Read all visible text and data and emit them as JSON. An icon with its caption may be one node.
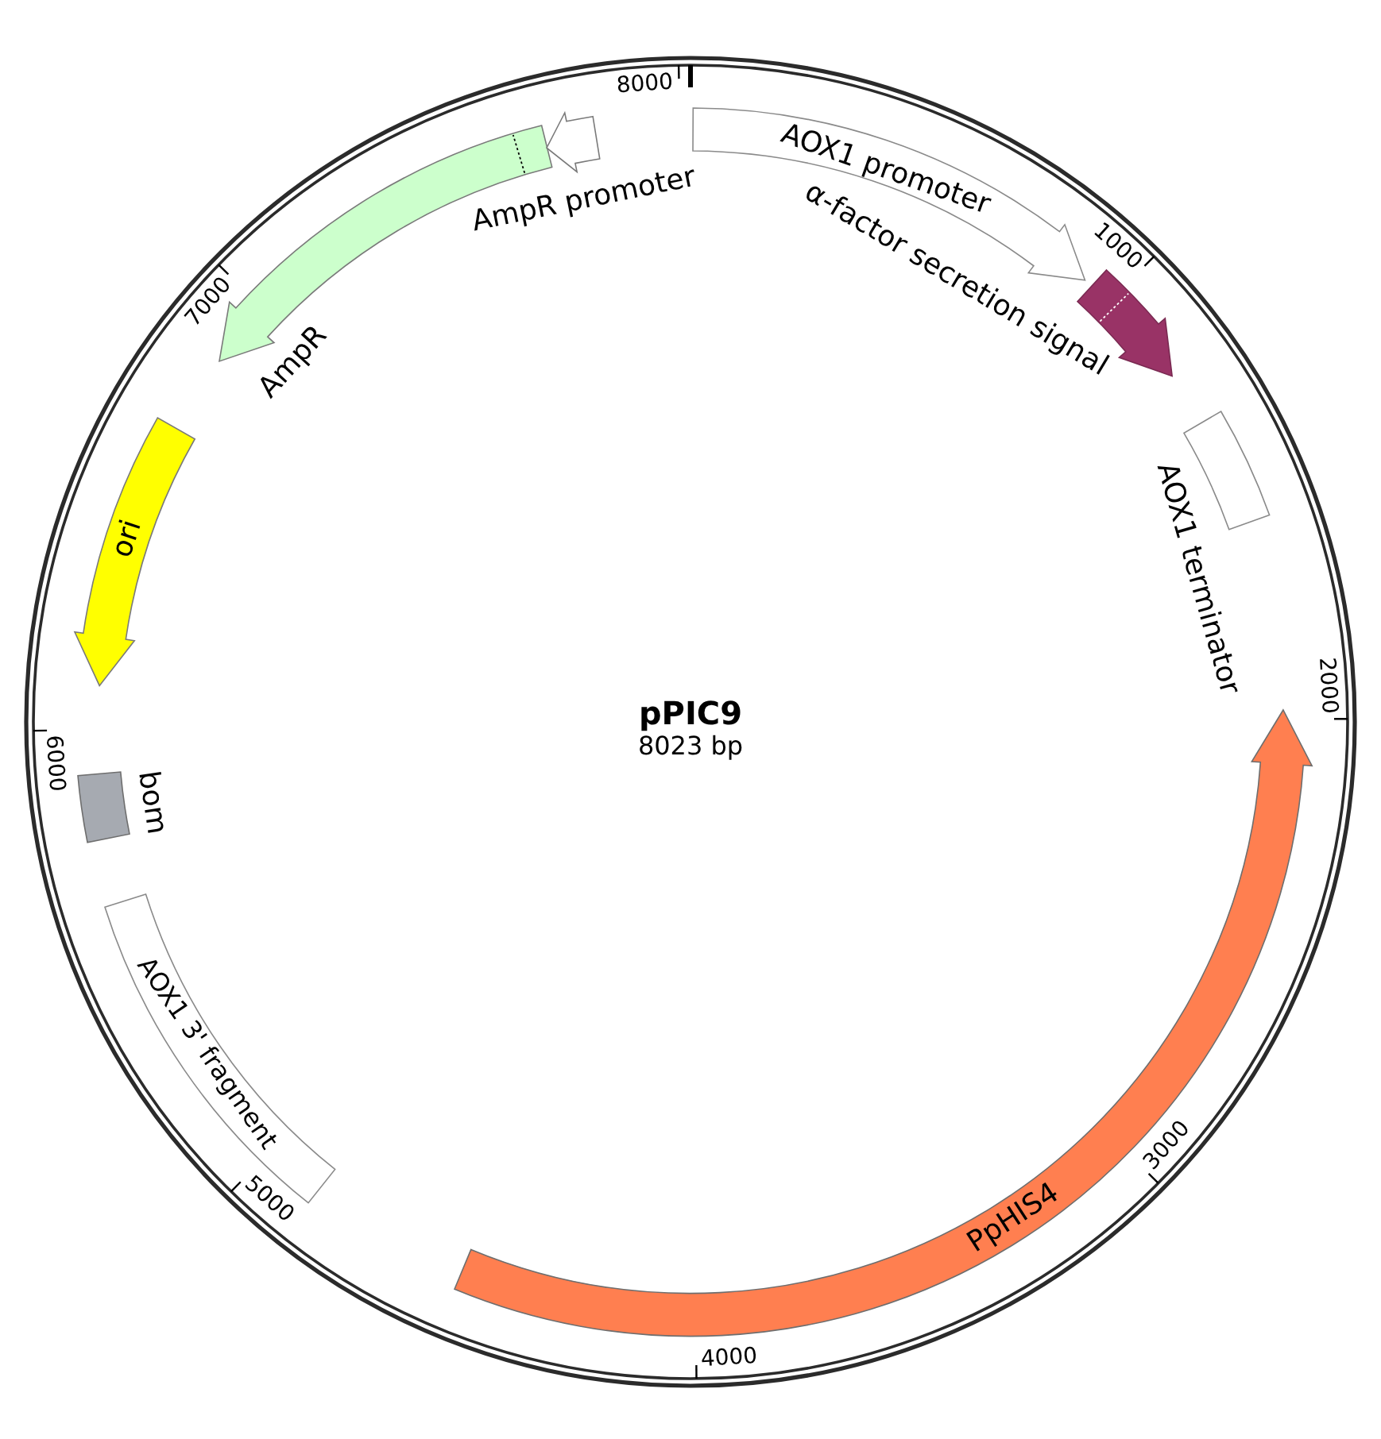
{
  "diagram": {
    "nodes": [
      {
        "text": [
          "pPIC9",
          "8023 bp"
        ]
      },
      {
        "text": [
          "AOX1 promoter"
        ],
        "in": 0
      },
      {
        "text": [
          "α-factor secretion signal"
        ],
        "in": 0
      },
      {
        "text": [
          "AOX1 terminator"
        ],
        "in": 0
      },
      {
        "text": [
          "PpHIS4"
        ],
        "in": 0
      },
      {
        "text": [
          "AOX1 3' fragment"
        ],
        "in": 0
      },
      {
        "text": [
          "bom"
        ],
        "in": 0
      },
      {
        "text": [
          "ori"
        ],
        "in": 0
      },
      {
        "text": [
          "AmpR"
        ],
        "in": 0
      },
      {
        "text": [
          "AmpR promoter"
        ],
        "in": 0
      }
    ],
    "labels": [
      "8000",
      "1000",
      "2000",
      "3000",
      "4000",
      "5000",
      "6000",
      "7000"
    ]
  }
}
